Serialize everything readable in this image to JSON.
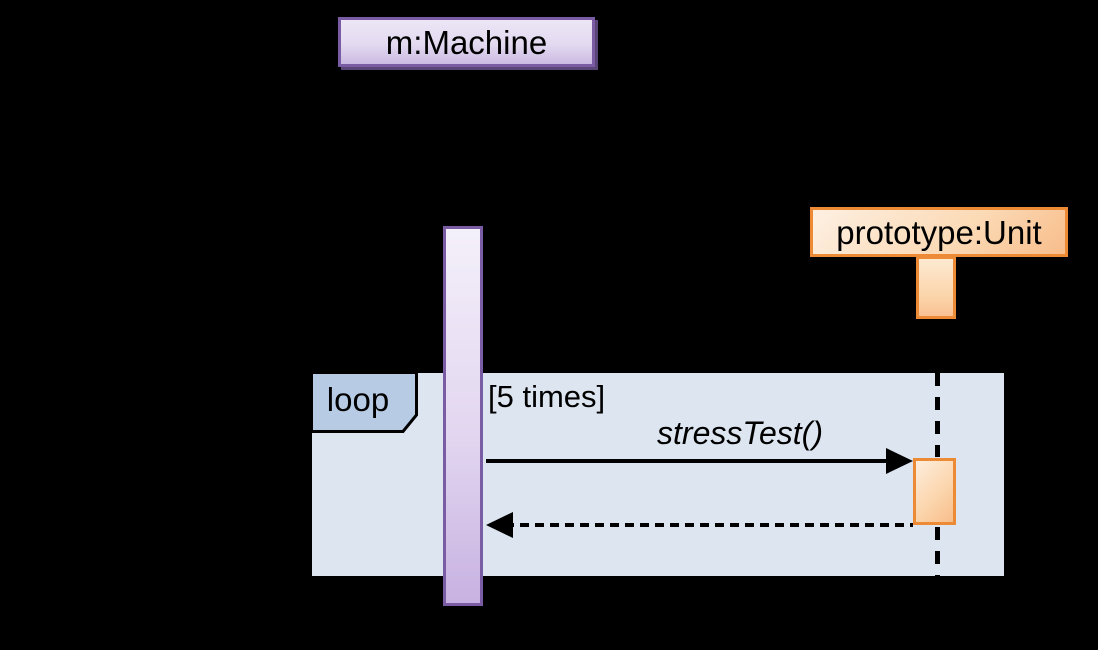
{
  "diagram": {
    "kind": "uml-sequence-diagram",
    "background_color": "#000000",
    "objects": [
      {
        "id": "machine",
        "label": "m:Machine",
        "fill_top": "#ece6f6",
        "fill_bottom": "#cbbae2",
        "border_color": "#7a5ca4"
      },
      {
        "id": "unit",
        "label": "prototype:Unit",
        "fill_top": "#fdf0e2",
        "fill_bottom": "#f8bd8b",
        "border_color": "#ed8a35"
      }
    ],
    "fragment": {
      "operator": "loop",
      "guard": "[5 times]",
      "body_fill": "#dce5f0",
      "label_fill": "#b7cbe4",
      "border_color": "#000000"
    },
    "messages": [
      {
        "label": "stressTest()",
        "style": "solid",
        "arrowhead": "filled",
        "direction": "right"
      },
      {
        "label": "",
        "style": "dashed-return",
        "arrowhead": "filled",
        "direction": "left"
      }
    ],
    "activations": {
      "machine_bar_color": "#c8b2e1",
      "unit_bar_color": "#f8bd8b"
    },
    "lifeline": {
      "style": "dashed",
      "color": "#000000"
    }
  }
}
